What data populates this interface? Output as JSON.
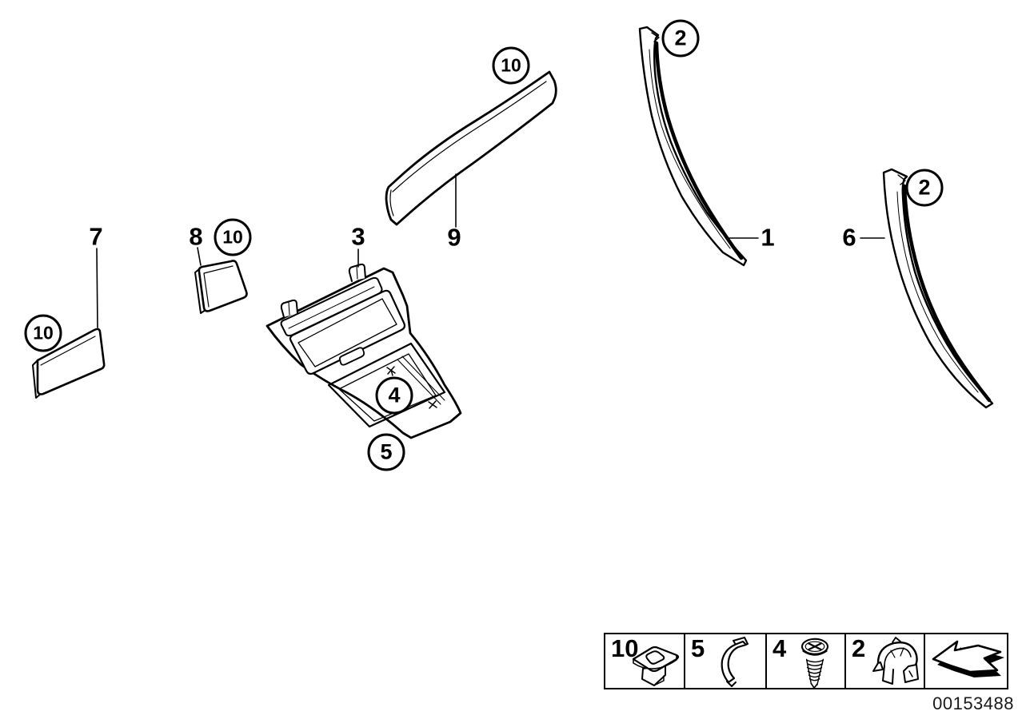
{
  "colors": {
    "background": "#ffffff",
    "line": "#000000"
  },
  "part_labels": {
    "p7": "7",
    "p8": "8",
    "p3": "3",
    "p9": "9",
    "p1": "1",
    "p6": "6"
  },
  "callouts": {
    "p7_fastener": "10",
    "p8_fastener": "10",
    "p9_fastener": "10",
    "p1_fastener": "2",
    "p6_fastener": "2",
    "console_screw": "4",
    "console_clip": "5"
  },
  "legend": {
    "cells": [
      {
        "number": "10",
        "icon": "push-nut-icon"
      },
      {
        "number": "5",
        "icon": "spring-clip-icon"
      },
      {
        "number": "4",
        "icon": "screw-icon"
      },
      {
        "number": "2",
        "icon": "retaining-clip-icon"
      },
      {
        "number": "",
        "icon": "direction-arrow-icon"
      }
    ]
  },
  "footer": {
    "diagram_number": "00153488"
  }
}
